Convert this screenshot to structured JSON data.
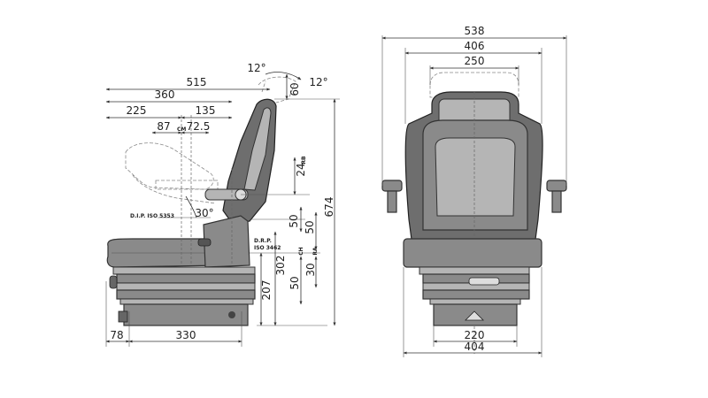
{
  "side_view": {
    "angles": {
      "backrest_tilt_left": "12°",
      "backrest_tilt_right": "12°",
      "seat_tilt": "30°"
    },
    "dims": {
      "top_60": "60",
      "len_515": "515",
      "len_360": "360",
      "len_225": "225",
      "len_135": "135",
      "len_87": "87",
      "len_72_5": "72.5",
      "vert_24": "24",
      "vert_674": "674",
      "vert_50_upper": "50",
      "vert_50_mid": "50",
      "vert_50_lower": "50",
      "vert_302": "302",
      "vert_207": "207",
      "vert_30": "30",
      "base_78": "78",
      "base_330": "330"
    },
    "small_labels": {
      "cm": "CM",
      "rb": "RB",
      "ch": "CH",
      "ra": "RA"
    },
    "ref_labels": {
      "dip": "D.I.P.  ISO 5353",
      "drp_line1": "D.R.P.",
      "drp_line2": "ISO 3462"
    }
  },
  "front_view": {
    "dims": {
      "width_538": "538",
      "width_406": "406",
      "width_250": "250",
      "base_220": "220",
      "base_404": "404"
    }
  }
}
